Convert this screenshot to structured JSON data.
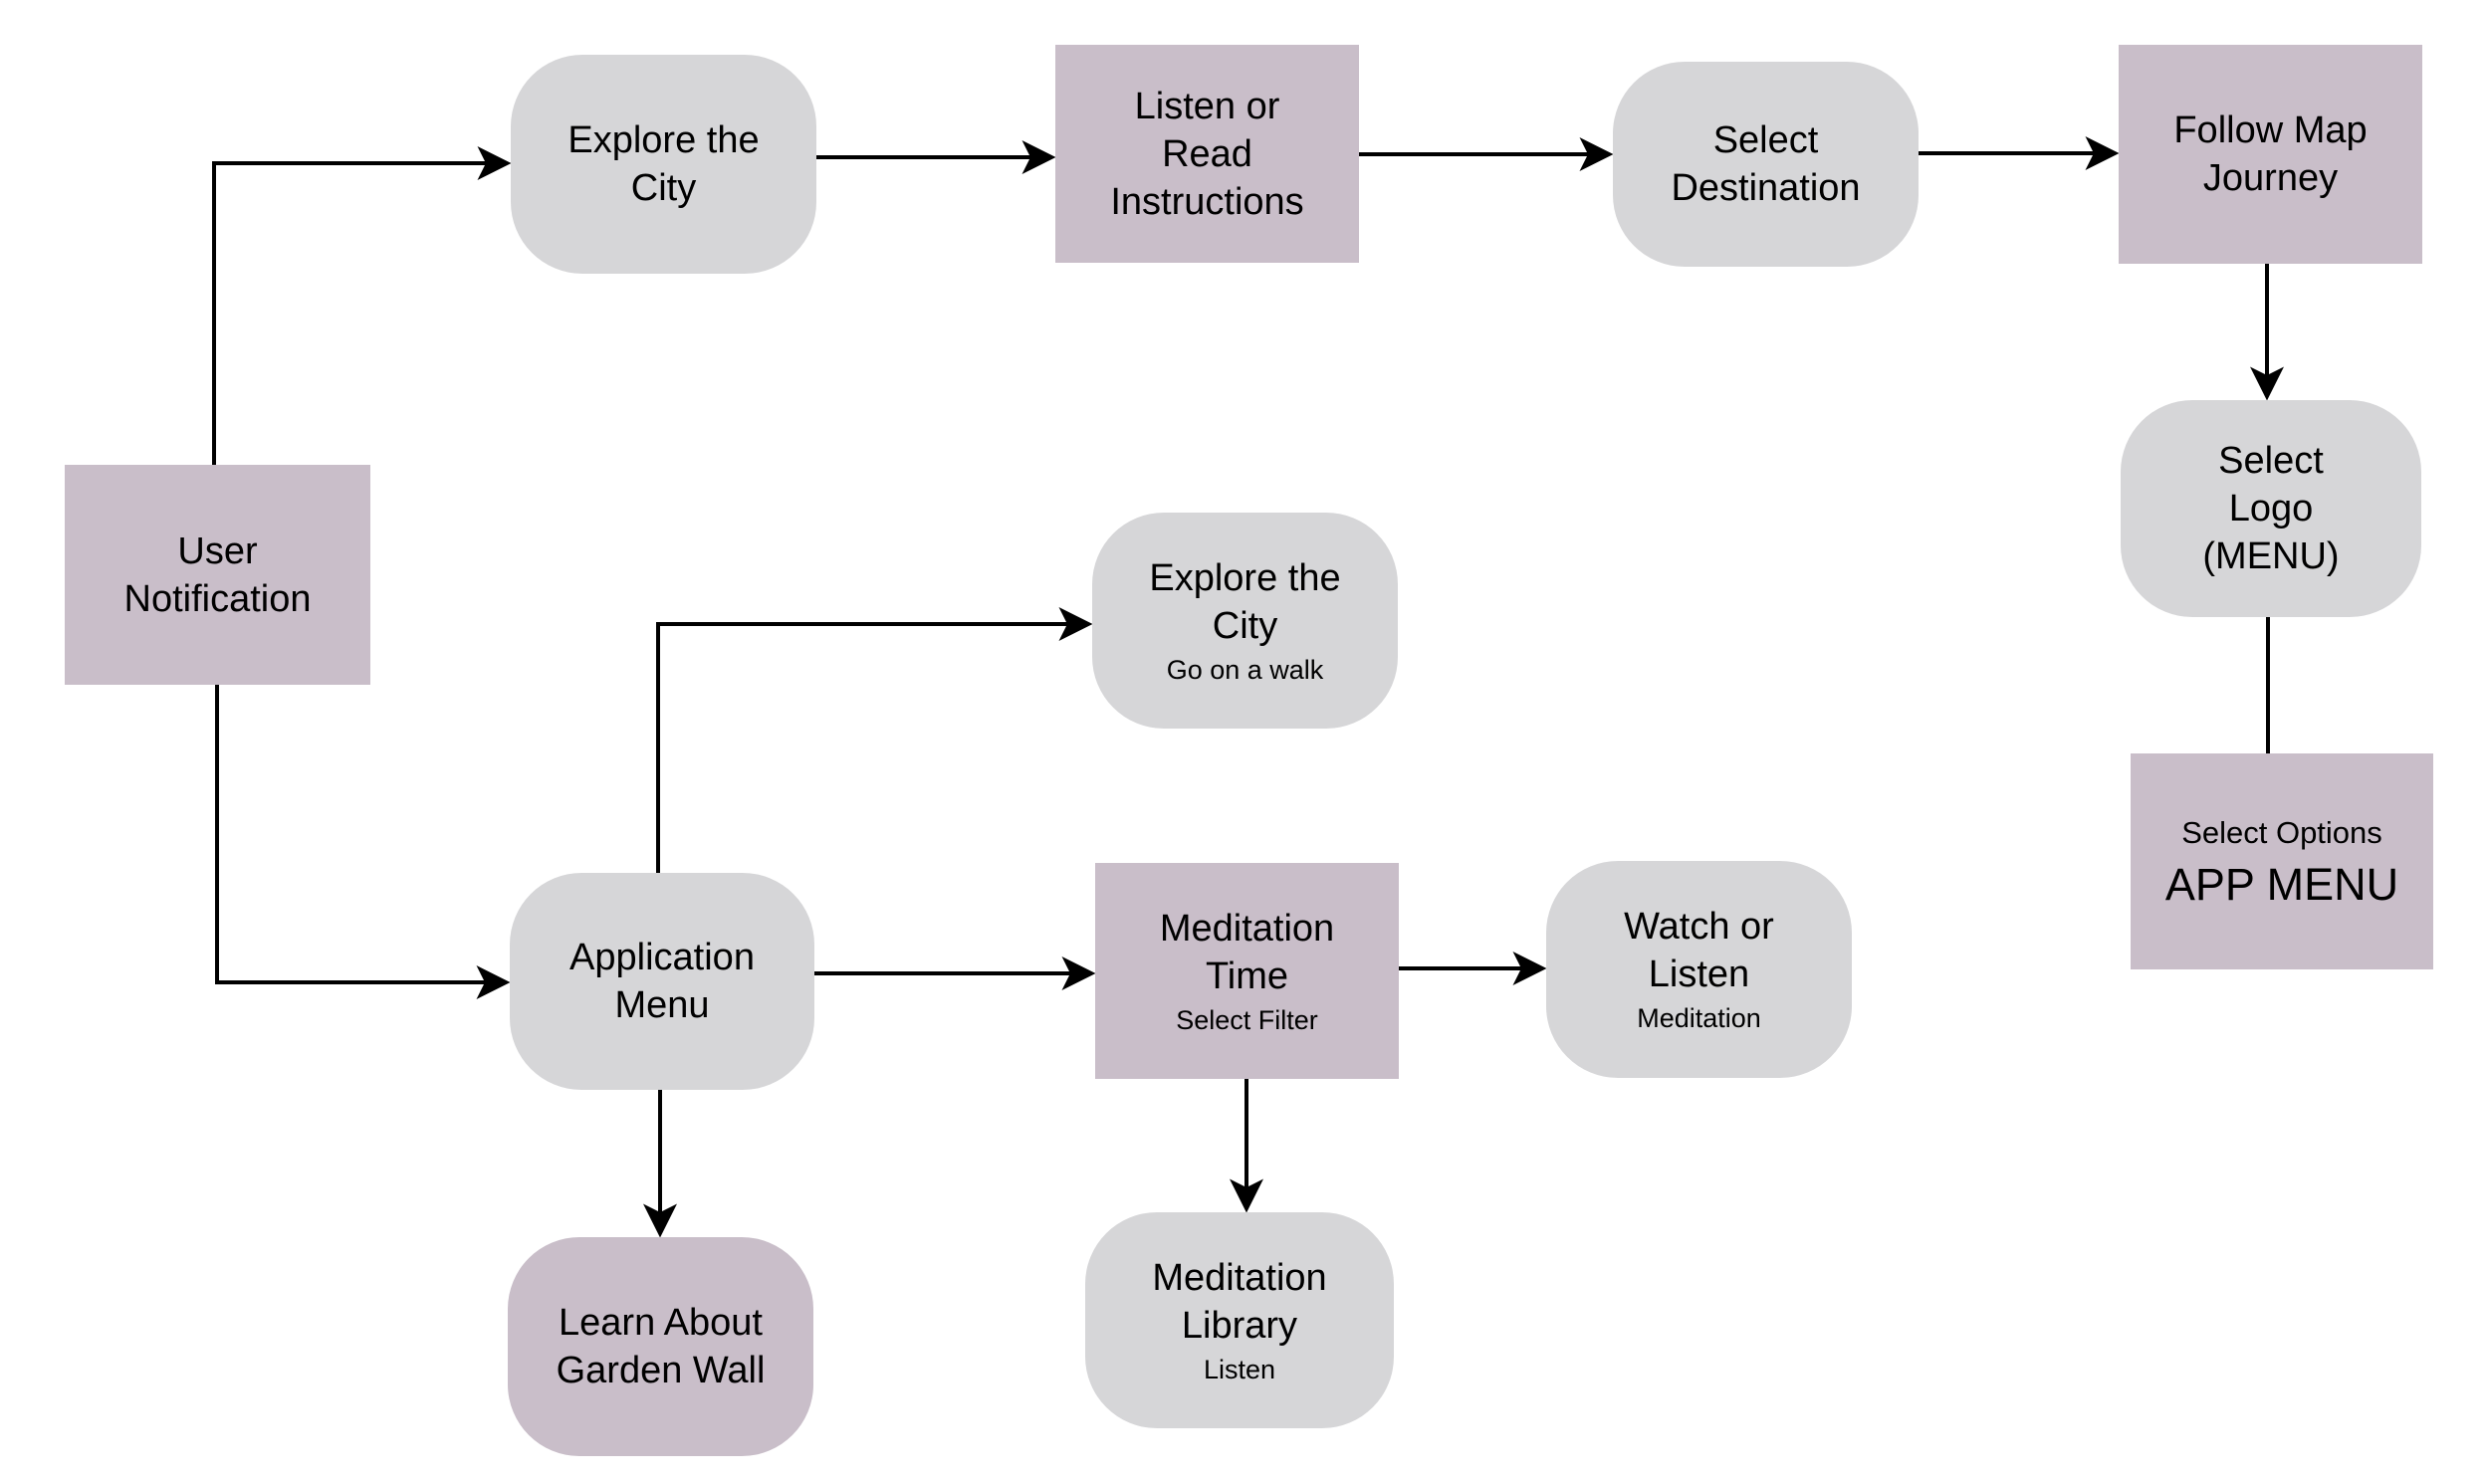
{
  "diagram": {
    "colors": {
      "node_gray": "#d6d6d8",
      "node_purple": "#c9bec9",
      "line": "#000000",
      "background": "#ffffff"
    },
    "nodes": {
      "user_notification": {
        "label": "User\nNotification",
        "shape": "rectangle",
        "color": "purple"
      },
      "explore_city_top": {
        "label": "Explore the\nCity",
        "shape": "rounded",
        "color": "gray"
      },
      "listen_read": {
        "label": "Listen or\nRead\nInstructions",
        "shape": "rectangle",
        "color": "purple"
      },
      "select_destination": {
        "label": "Select\nDestination",
        "shape": "rounded",
        "color": "gray"
      },
      "follow_map": {
        "label": "Follow Map\nJourney",
        "shape": "rectangle",
        "color": "purple"
      },
      "select_logo": {
        "label": "Select\nLogo\n(MENU)",
        "shape": "rounded",
        "color": "gray"
      },
      "app_menu": {
        "sublabel": "Select Options",
        "label": "APP MENU",
        "shape": "rectangle",
        "color": "purple"
      },
      "explore_city_walk": {
        "label": "Explore the\nCity",
        "sublabel": "Go on a walk",
        "shape": "rounded",
        "color": "gray"
      },
      "application_menu": {
        "label": "Application\nMenu",
        "shape": "rounded",
        "color": "gray"
      },
      "meditation_time": {
        "label": "Meditation\nTime",
        "sublabel": "Select Filter",
        "shape": "rectangle",
        "color": "purple"
      },
      "watch_listen": {
        "label": "Watch or\nListen",
        "sublabel": "Meditation",
        "shape": "rounded",
        "color": "gray"
      },
      "learn_garden": {
        "label": "Learn About\nGarden Wall",
        "shape": "rounded",
        "color": "purple"
      },
      "meditation_library": {
        "label": "Meditation\nLibrary",
        "sublabel": "Listen",
        "shape": "rounded",
        "color": "gray"
      }
    },
    "edges": [
      {
        "from": "user_notification",
        "to": "explore_city_top",
        "arrow": true
      },
      {
        "from": "explore_city_top",
        "to": "listen_read",
        "arrow": true
      },
      {
        "from": "listen_read",
        "to": "select_destination",
        "arrow": true
      },
      {
        "from": "select_destination",
        "to": "follow_map",
        "arrow": true
      },
      {
        "from": "follow_map",
        "to": "select_logo",
        "arrow": true
      },
      {
        "from": "select_logo",
        "to": "app_menu",
        "arrow": false
      },
      {
        "from": "user_notification",
        "to": "application_menu",
        "arrow": true
      },
      {
        "from": "application_menu",
        "to": "explore_city_walk",
        "arrow": true
      },
      {
        "from": "application_menu",
        "to": "meditation_time",
        "arrow": true
      },
      {
        "from": "application_menu",
        "to": "learn_garden",
        "arrow": true
      },
      {
        "from": "meditation_time",
        "to": "watch_listen",
        "arrow": true
      },
      {
        "from": "meditation_time",
        "to": "meditation_library",
        "arrow": true
      }
    ]
  }
}
